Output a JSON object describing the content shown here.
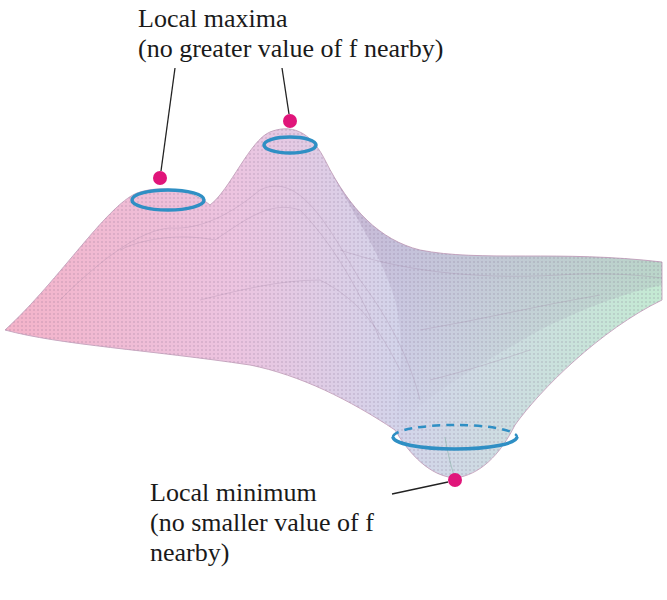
{
  "diagram": {
    "labels": [
      "Local maxima",
      "(no greater value of f nearby)",
      "Local minimum",
      "(no smaller value of f nearby)"
    ]
  }
}
